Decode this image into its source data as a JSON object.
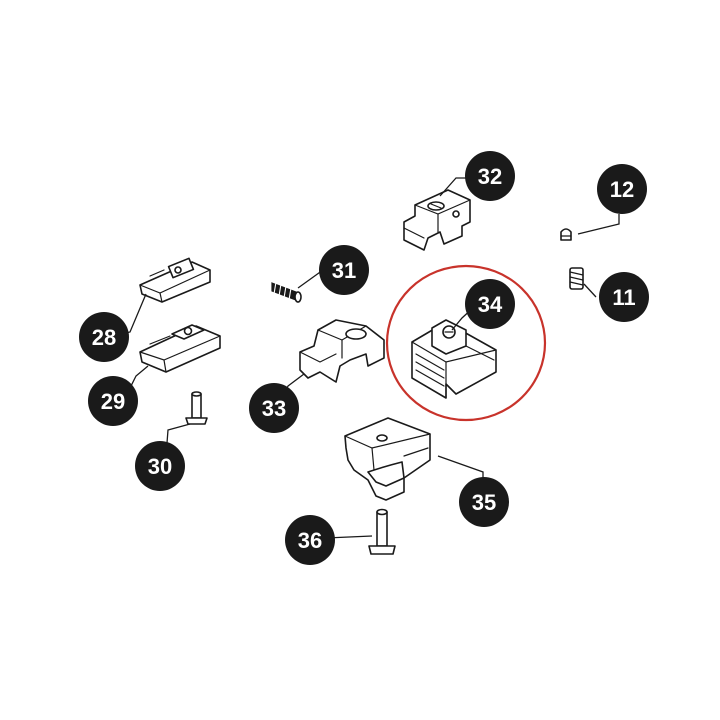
{
  "diagram": {
    "colors": {
      "badge_fill": "#1a1a1a",
      "badge_text": "#ffffff",
      "highlight_ring": "#c8332b",
      "line": "#1a1a1a"
    },
    "callouts": [
      {
        "id": "p28",
        "label": "28"
      },
      {
        "id": "p29",
        "label": "29"
      },
      {
        "id": "p30",
        "label": "30"
      },
      {
        "id": "p31",
        "label": "31"
      },
      {
        "id": "p32",
        "label": "32"
      },
      {
        "id": "p33",
        "label": "33"
      },
      {
        "id": "p34",
        "label": "34"
      },
      {
        "id": "p35",
        "label": "35"
      },
      {
        "id": "p36",
        "label": "36"
      },
      {
        "id": "p11",
        "label": "11"
      },
      {
        "id": "p12",
        "label": "12"
      }
    ],
    "highlighted_part": "34"
  }
}
